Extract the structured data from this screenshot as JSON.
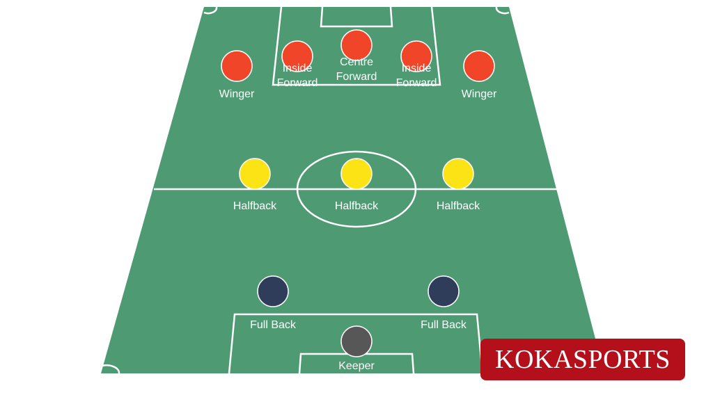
{
  "colors": {
    "pitch": "#4e9b73",
    "lines": "#ffffff",
    "forward": "#f04528",
    "halfback": "#fbe316",
    "back": "#2f3d5b",
    "keeper": "#575757",
    "brand": "#b3101b"
  },
  "players": [
    {
      "role": "forward",
      "label": [
        "Winger"
      ]
    },
    {
      "role": "forward",
      "label": [
        "Inside",
        "Forward"
      ]
    },
    {
      "role": "forward",
      "label": [
        "Centre",
        "Forward"
      ]
    },
    {
      "role": "forward",
      "label": [
        "Inside",
        "Forward"
      ]
    },
    {
      "role": "forward",
      "label": [
        "Winger"
      ]
    },
    {
      "role": "halfback",
      "label": [
        "Halfback"
      ]
    },
    {
      "role": "halfback",
      "label": [
        "Halfback"
      ]
    },
    {
      "role": "halfback",
      "label": [
        "Halfback"
      ]
    },
    {
      "role": "back",
      "label": [
        "Full Back"
      ]
    },
    {
      "role": "back",
      "label": [
        "Full Back"
      ]
    },
    {
      "role": "keeper",
      "label": [
        "Keeper"
      ]
    }
  ],
  "logo": {
    "text": "KOKASPORTS"
  }
}
